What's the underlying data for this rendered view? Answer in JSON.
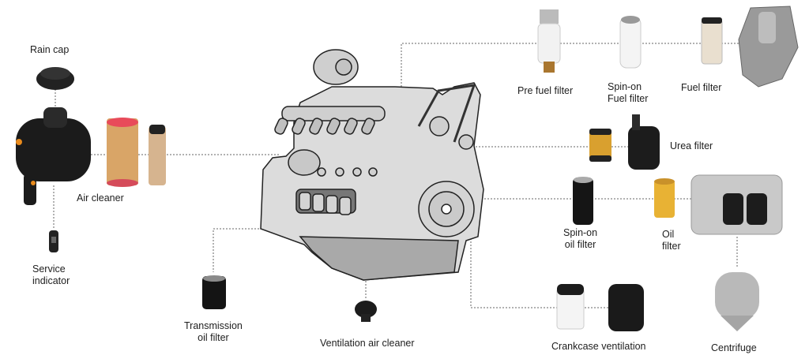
{
  "diagram": {
    "title": "",
    "center": "Engine",
    "parts": {
      "rain_cap": "Rain cap",
      "air_cleaner": "Air cleaner",
      "service_indicator": [
        "Service",
        "indicator"
      ],
      "transmission_oil_filter": [
        "Transmission",
        "oil filter"
      ],
      "ventilation_air_cleaner": "Ventilation air cleaner",
      "pre_fuel_filter": "Pre fuel filter",
      "spin_on_fuel_filter": [
        "Spin-on",
        "Fuel filter"
      ],
      "fuel_filter": "Fuel filter",
      "urea_filter": "Urea filter",
      "spin_on_oil_filter": [
        "Spin-on",
        "oil filter"
      ],
      "oil_filter": [
        "Oil",
        "filter"
      ],
      "crankcase_ventilation": "Crankcase ventilation",
      "centrifuge": "Centrifuge"
    }
  }
}
